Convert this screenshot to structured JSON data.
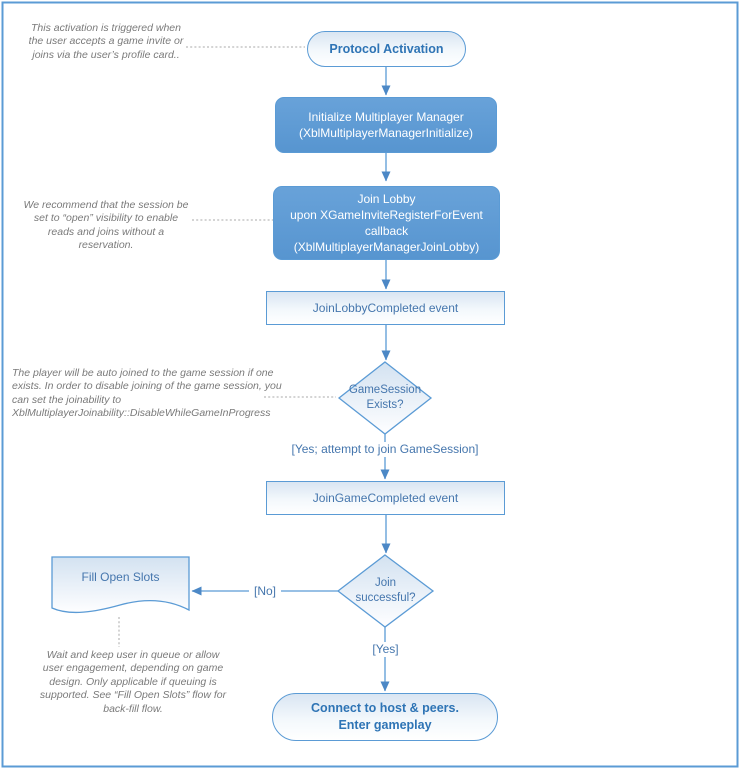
{
  "nodes": {
    "start": "Protocol Activation",
    "initialize": "Initialize Multiplayer Manager\n(XblMultiplayerManagerInitialize)",
    "join_lobby": "Join Lobby\nupon XGameInviteRegisterForEvent\ncallback\n(XblMultiplayerManagerJoinLobby)",
    "join_lobby_completed": "JoinLobbyCompleted event",
    "game_session_exists": "GameSession\nExists?",
    "join_game_completed": "JoinGameCompleted event",
    "join_successful": "Join\nsuccessful?",
    "fill_open_slots": "Fill Open Slots",
    "end": "Connect to host & peers.\nEnter gameplay"
  },
  "edge_labels": {
    "yes_attempt_join": "[Yes; attempt to join GameSession]",
    "no": "[No]",
    "yes": "[Yes]"
  },
  "annotations": {
    "protocol_activation_note": "This activation is triggered when\nthe user accepts a game invite or\njoins via the user’s profile card..",
    "open_visibility_note": "We recommend that the session be\nset to “open” visibility to enable\nreads and joins without a reservation.",
    "auto_join_note": "The player will be auto joined to the game session if one\nexists. In order to disable joining of the game session, you\ncan set the joinability to\nXblMultiplayerJoinability::DisableWhileGameInProgress",
    "queue_note": "Wait and keep user in queue or allow\nuser engagement, depending on game\ndesign. Only applicable if queuing is\nsupported. See “Fill Open Slots” flow for\nback-fill flow."
  },
  "colors": {
    "accent_blue": "#5b9bd5",
    "filled_node_top": "#68a2d9",
    "filled_node_bottom": "#5795d0",
    "node_text_blue": "#4576ad",
    "terminator_text_blue": "#2e74b5",
    "annotation_gray": "#7a7a7a",
    "arrowhead": "#4c88c6"
  }
}
